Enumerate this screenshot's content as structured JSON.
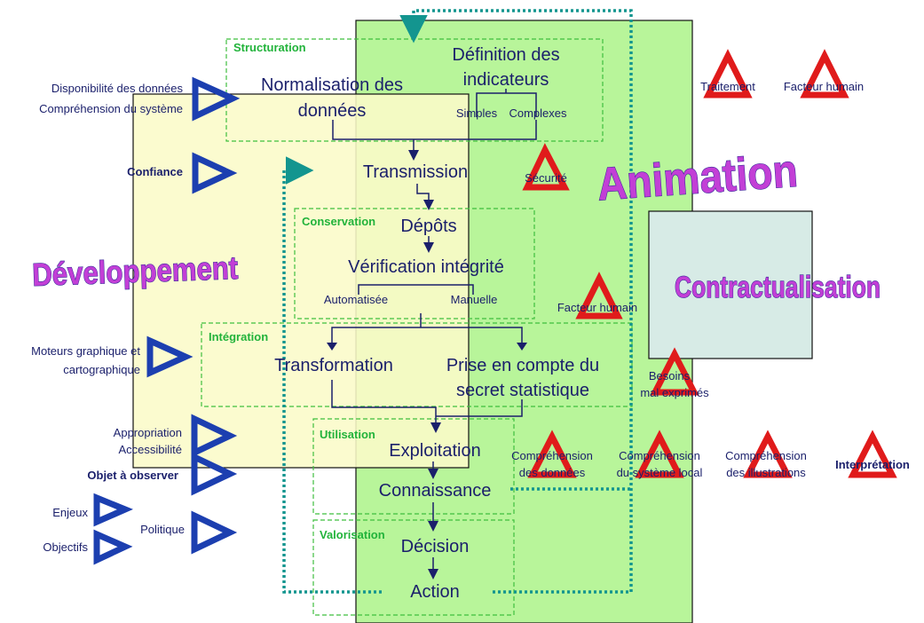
{
  "zones": {
    "structuration": "Structuration",
    "conservation": "Conservation",
    "integration": "Intégration",
    "utilisation": "Utilisation",
    "valorisation": "Valorisation"
  },
  "process": {
    "normalisation": [
      "Normalisation des",
      "données"
    ],
    "definition": [
      "Définition des",
      "indicateurs"
    ],
    "simples": "Simples",
    "complexes": "Complexes",
    "transmission": "Transmission",
    "depots": "Dépôts",
    "verification": "Vérification intégrité",
    "automatisee": "Automatisée",
    "manuelle": "Manuelle",
    "transformation": "Transformation",
    "prise": [
      "Prise en compte du",
      "secret statistique"
    ],
    "exploitation": "Exploitation",
    "connaissance": "Connaissance",
    "decision": "Décision",
    "action": "Action"
  },
  "big_labels": {
    "developpement": "Développement",
    "animation": "Animation",
    "contractualisation": "Contractualisation"
  },
  "left_labels": {
    "disponibilite": "Disponibilité des données",
    "comprehension_systeme": "Compréhension du système",
    "confiance": "Confiance",
    "moteurs": [
      "Moteurs graphique et",
      "cartographique"
    ],
    "appropriation": "Appropriation",
    "accessibilite": "Accessibilité",
    "objet": "Objet à observer",
    "enjeux": "Enjeux",
    "politique": "Politique",
    "objectifs": "Objectifs"
  },
  "risk_labels": {
    "traitement": "Traitement",
    "facteur_humain_top": "Facteur humain",
    "securite": "Sécurité",
    "facteur_humain_mid": "Facteur humain",
    "besoins": [
      "Besoins",
      "mal exprimés"
    ],
    "comp_donnees": [
      "Compréhension",
      "des données"
    ],
    "comp_systeme": [
      "Compréhension",
      "du système local"
    ],
    "comp_illustrations": [
      "Compréhension",
      "des illustrations"
    ],
    "interpretation": "Interprétation"
  },
  "colors": {
    "green_box": "#b8f59a",
    "yellow_box": "#fbfbc8",
    "teal_box": "#d7ebe6",
    "zone_border": "#3fbf3f",
    "text_dark": "#1a1f6b",
    "zone_label": "#22b33b",
    "blue_triangle": "#1c3fb0",
    "red_triangle": "#e01b1b",
    "loop_dotted": "#13958f"
  },
  "icons": {
    "positive": "blue-hollow-triangle",
    "risk": "red-hollow-triangle"
  }
}
